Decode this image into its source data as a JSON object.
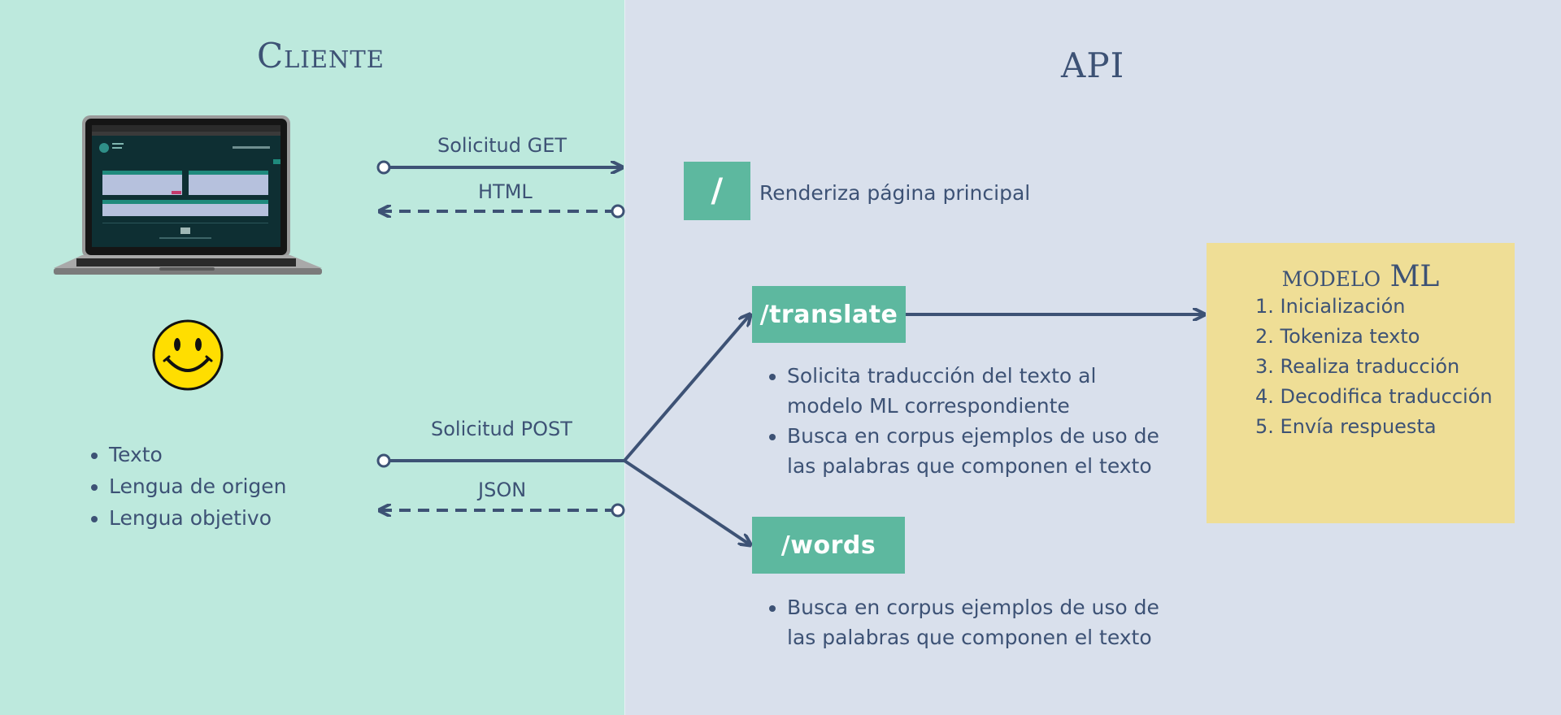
{
  "client": {
    "title": "Cliente",
    "inputs": [
      "Texto",
      "Lengua de origen",
      "Lengua objetivo"
    ]
  },
  "api": {
    "title": "API",
    "root_endpoint": {
      "path": "/",
      "description": "Renderiza página principal"
    },
    "translate_endpoint": {
      "path": "/translate",
      "notes": [
        "Solicita traducción del texto al modelo ML correspondiente",
        "Busca en corpus ejemplos de uso de las palabras que componen el texto"
      ]
    },
    "words_endpoint": {
      "path": "/words",
      "notes": [
        "Busca en corpus ejemplos de uso de las palabras que componen el texto"
      ]
    }
  },
  "flows": {
    "get_label": "Solicitud GET",
    "html_label": "HTML",
    "post_label": "Solicitud POST",
    "json_label": "JSON"
  },
  "model": {
    "title": "modelo ML",
    "steps": [
      "Inicialización",
      "Tokeniza texto",
      "Realiza traducción",
      "Decodifica traducción",
      "Envía respuesta"
    ]
  },
  "colors": {
    "client_bg": "#bde9dd",
    "api_bg": "#d9e0ec",
    "accent_green": "#5db89f",
    "model_bg": "#efde96",
    "text_navy": "#3d5275"
  },
  "icons": {
    "device": "laptop-icon",
    "user": "smiley-icon"
  }
}
